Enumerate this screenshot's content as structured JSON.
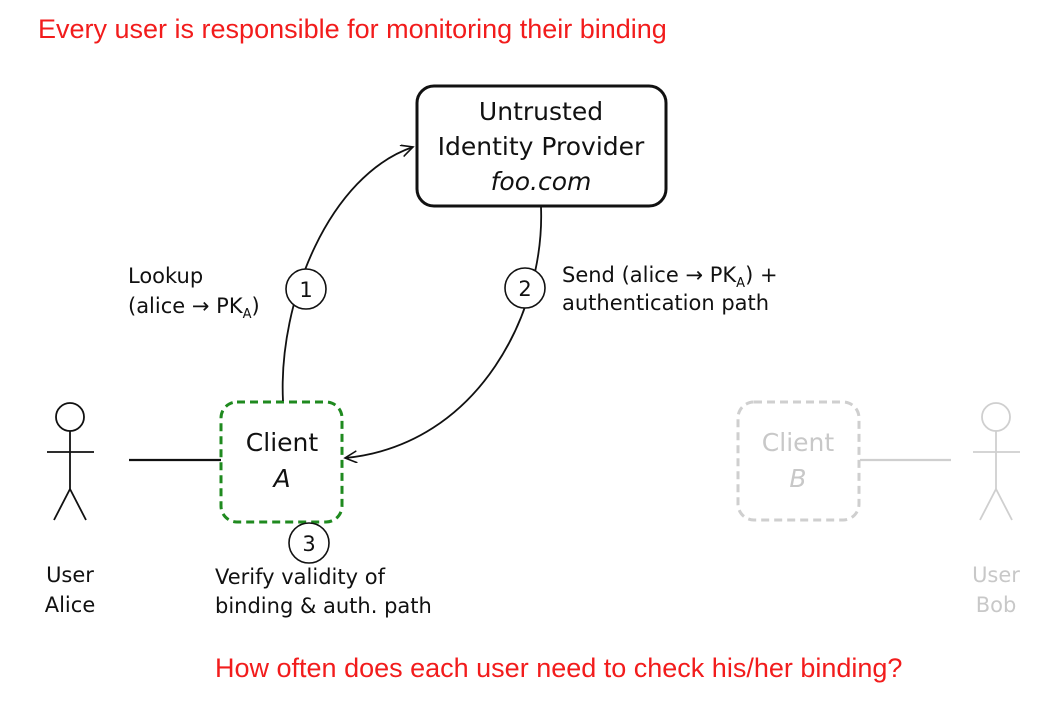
{
  "title": "Every user is responsible for monitoring their binding",
  "question": "How often does each user need to check his/her binding?",
  "provider": {
    "line1": "Untrusted",
    "line2": "Identity Provider",
    "line3": "foo.com"
  },
  "client_a": {
    "line1": "Client",
    "line2": "A"
  },
  "client_b": {
    "line1": "Client",
    "line2": "B"
  },
  "user_alice": {
    "line1": "User",
    "line2": "Alice"
  },
  "user_bob": {
    "line1": "User",
    "line2": "Bob"
  },
  "steps": [
    {
      "number": "1",
      "line1": "Lookup",
      "line2_prefix": "(alice ",
      "arrow": "→",
      "line2_pk": " PK",
      "line2_sub": "A",
      "line2_suffix": ")"
    },
    {
      "number": "2",
      "line1_prefix": "Send (alice ",
      "arrow": "→",
      "line1_pk": " PK",
      "line1_sub": "A",
      "line1_suffix": ") +",
      "line2": "authentication path"
    },
    {
      "number": "3",
      "line1": "Verify validity of",
      "line2": "binding & auth. path"
    }
  ],
  "colors": {
    "title_red": "#f21c1c",
    "client_a_border": "#1f8a1f",
    "faded_gray": "#c8c8c8",
    "ink": "#111111"
  }
}
